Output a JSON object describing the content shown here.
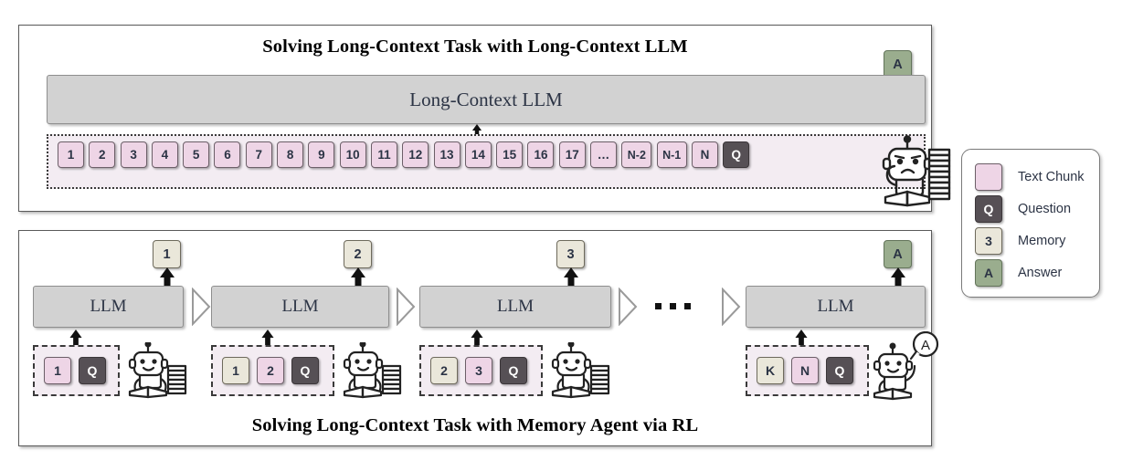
{
  "figure": {
    "top_panel": {
      "title": "Solving Long-Context Task with Long-Context LLM",
      "model_label": "Long-Context LLM",
      "output": {
        "label": "A",
        "kind": "answer"
      },
      "context_chunks": [
        {
          "label": "1",
          "kind": "chunk"
        },
        {
          "label": "2",
          "kind": "chunk"
        },
        {
          "label": "3",
          "kind": "chunk"
        },
        {
          "label": "4",
          "kind": "chunk"
        },
        {
          "label": "5",
          "kind": "chunk"
        },
        {
          "label": "6",
          "kind": "chunk"
        },
        {
          "label": "7",
          "kind": "chunk"
        },
        {
          "label": "8",
          "kind": "chunk"
        },
        {
          "label": "9",
          "kind": "chunk"
        },
        {
          "label": "10",
          "kind": "chunk"
        },
        {
          "label": "11",
          "kind": "chunk"
        },
        {
          "label": "12",
          "kind": "chunk"
        },
        {
          "label": "13",
          "kind": "chunk"
        },
        {
          "label": "14",
          "kind": "chunk"
        },
        {
          "label": "15",
          "kind": "chunk"
        },
        {
          "label": "16",
          "kind": "chunk"
        },
        {
          "label": "17",
          "kind": "chunk"
        },
        {
          "label": "…",
          "kind": "chunk"
        },
        {
          "label": "N-2",
          "kind": "chunk",
          "wide": true
        },
        {
          "label": "N-1",
          "kind": "chunk",
          "wide": true
        },
        {
          "label": "N",
          "kind": "chunk"
        },
        {
          "label": "Q",
          "kind": "question"
        }
      ],
      "robot": "sad-robot-reading-icon"
    },
    "bottom_panel": {
      "title": "Solving Long-Context Task with Memory Agent via RL",
      "ellipsis": "...",
      "stages": [
        {
          "model_label": "LLM",
          "output": {
            "label": "1",
            "kind": "memory"
          },
          "inputs": [
            {
              "label": "1",
              "kind": "chunk"
            },
            {
              "label": "Q",
              "kind": "question"
            }
          ],
          "robot": "happy-robot-reading-icon"
        },
        {
          "model_label": "LLM",
          "output": {
            "label": "2",
            "kind": "memory"
          },
          "inputs": [
            {
              "label": "1",
              "kind": "memory"
            },
            {
              "label": "2",
              "kind": "chunk"
            },
            {
              "label": "Q",
              "kind": "question"
            }
          ],
          "robot": "happy-robot-reading-icon"
        },
        {
          "model_label": "LLM",
          "output": {
            "label": "3",
            "kind": "memory"
          },
          "inputs": [
            {
              "label": "2",
              "kind": "memory"
            },
            {
              "label": "3",
              "kind": "chunk"
            },
            {
              "label": "Q",
              "kind": "question"
            }
          ],
          "robot": "happy-robot-reading-icon"
        },
        {
          "model_label": "LLM",
          "output": {
            "label": "A",
            "kind": "answer"
          },
          "inputs": [
            {
              "label": "K",
              "kind": "memory"
            },
            {
              "label": "N",
              "kind": "chunk"
            },
            {
              "label": "Q",
              "kind": "question"
            }
          ],
          "robot": "happy-robot-answer-icon",
          "speech_bubble": "A"
        }
      ]
    },
    "legend": {
      "items": [
        {
          "swatch": "",
          "kind": "chunk",
          "label": "Text Chunk"
        },
        {
          "swatch": "Q",
          "kind": "question",
          "label": "Question"
        },
        {
          "swatch": "3",
          "kind": "memory",
          "label": "Memory"
        },
        {
          "swatch": "A",
          "kind": "answer",
          "label": "Answer"
        }
      ]
    },
    "colors": {
      "chunk": "#eed5e6",
      "question": "#565055",
      "memory": "#eae7da",
      "answer": "#9aad8e",
      "llm_bar": "#d2d2d2",
      "context_bg": "#f3ecf2"
    }
  }
}
